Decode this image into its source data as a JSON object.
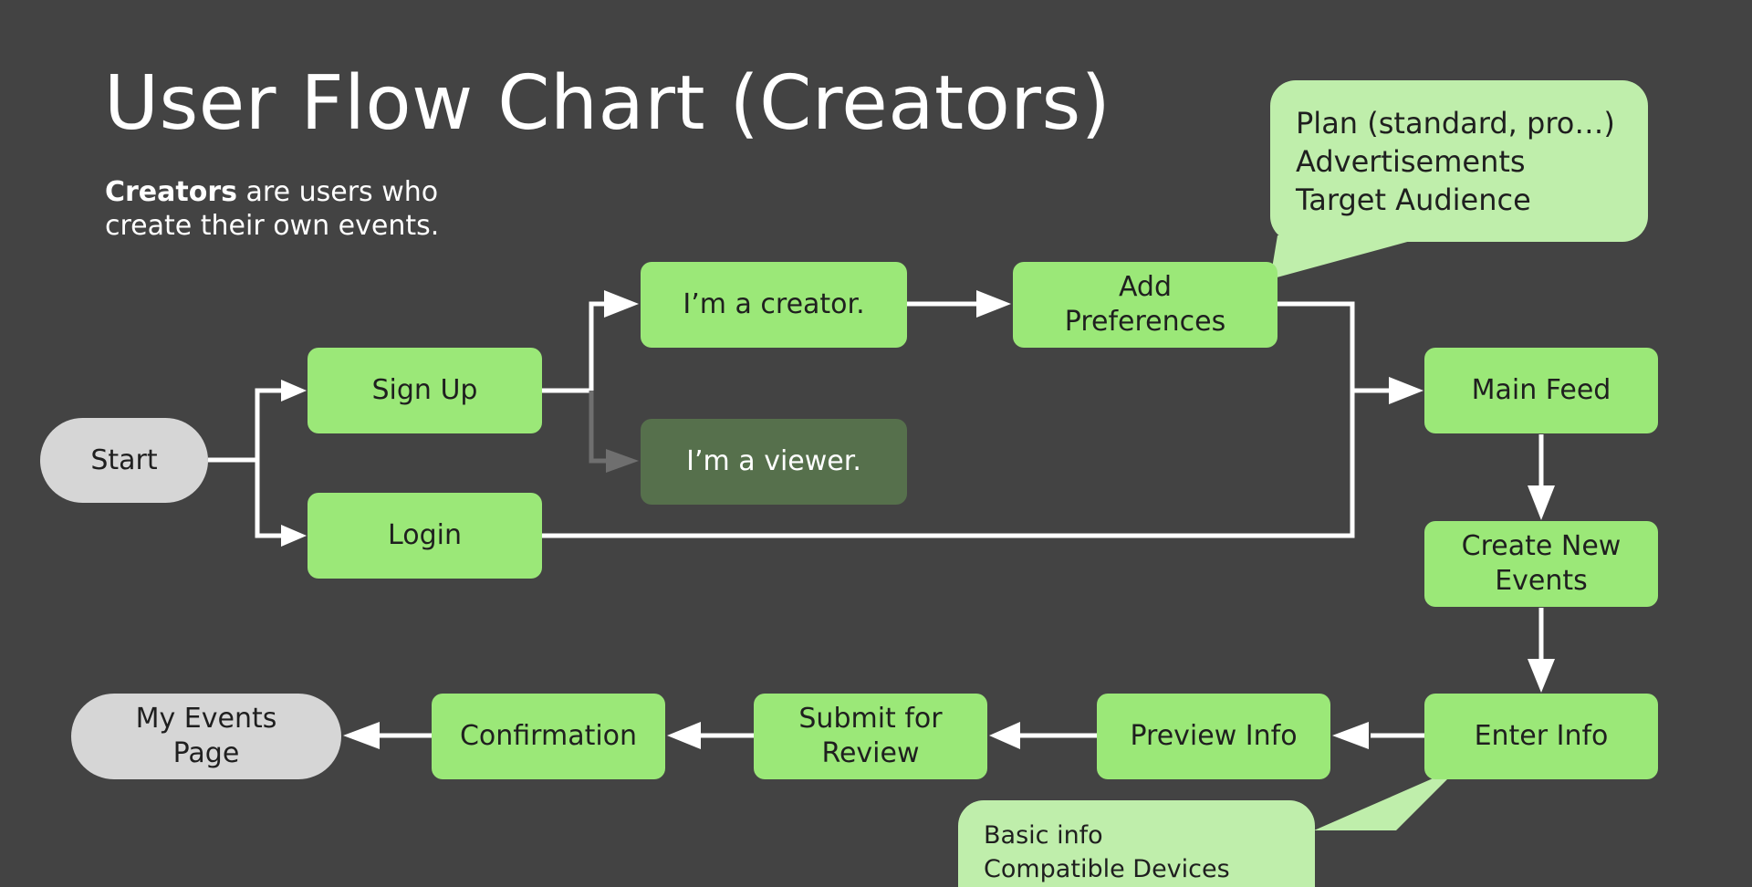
{
  "title": "User Flow Chart (Creators)",
  "subtitle": {
    "bold": "Creators",
    "line1_rest": " are users who",
    "line2": "create their own events."
  },
  "nodes": {
    "start": "Start",
    "sign_up": "Sign Up",
    "login": "Login",
    "creator": "I’m a creator.",
    "viewer": "I’m a viewer.",
    "add_preferences": [
      "Add",
      "Preferences"
    ],
    "main_feed": "Main Feed",
    "create_new_events": [
      "Create New",
      "Events"
    ],
    "enter_info": "Enter Info",
    "preview_info": "Preview Info",
    "submit_for_review": [
      "Submit for",
      "Review"
    ],
    "confirmation": "Confirmation",
    "my_events_page": [
      "My Events",
      "Page"
    ]
  },
  "callouts": {
    "preferences": [
      "Plan (standard, pro…)",
      "Advertisements",
      "Target Audience"
    ],
    "info": [
      "Basic info",
      "Compatible Devices"
    ]
  },
  "colors": {
    "background": "#434343",
    "node": "#9be878",
    "terminal": "#d6d6d6",
    "inactive": "#56704c",
    "callout": "#bfeeab",
    "connector": "#ffffff"
  }
}
